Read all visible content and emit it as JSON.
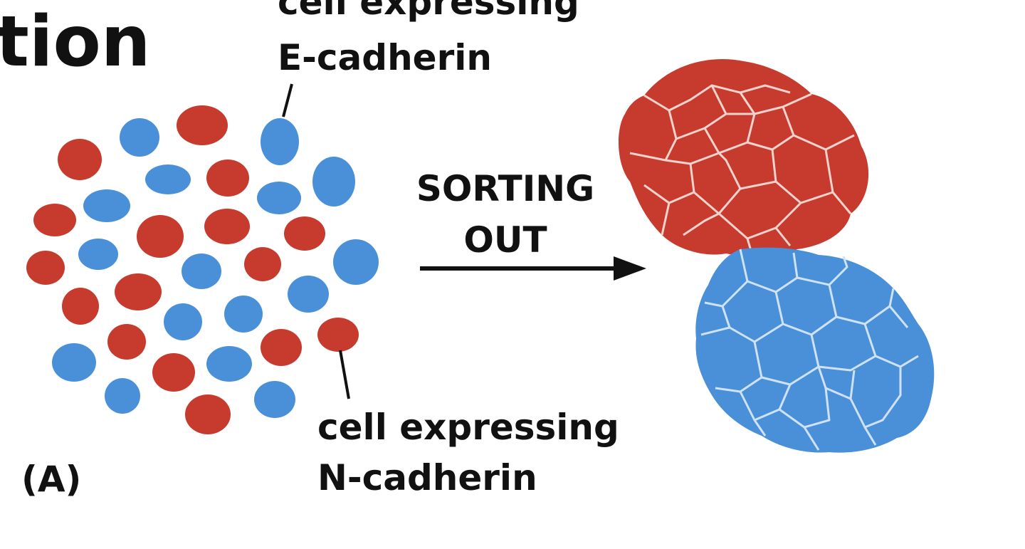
{
  "title_fragment": "tion",
  "panel_label": "(A)",
  "process_label": {
    "line1": "SORTING",
    "line2": "OUT"
  },
  "e_cell_label": {
    "line1": "cell expressing",
    "line2": "E-cadherin"
  },
  "n_cell_label": {
    "line1": "cell expressing",
    "line2": "N-cadherin"
  },
  "colors": {
    "e_cadherin_cell": "#4A90D9",
    "n_cadherin_cell": "#C63B2E",
    "cell_boundary": "#F2D2CC",
    "blue_boundary": "#CFE2F5",
    "text": "#111111"
  }
}
